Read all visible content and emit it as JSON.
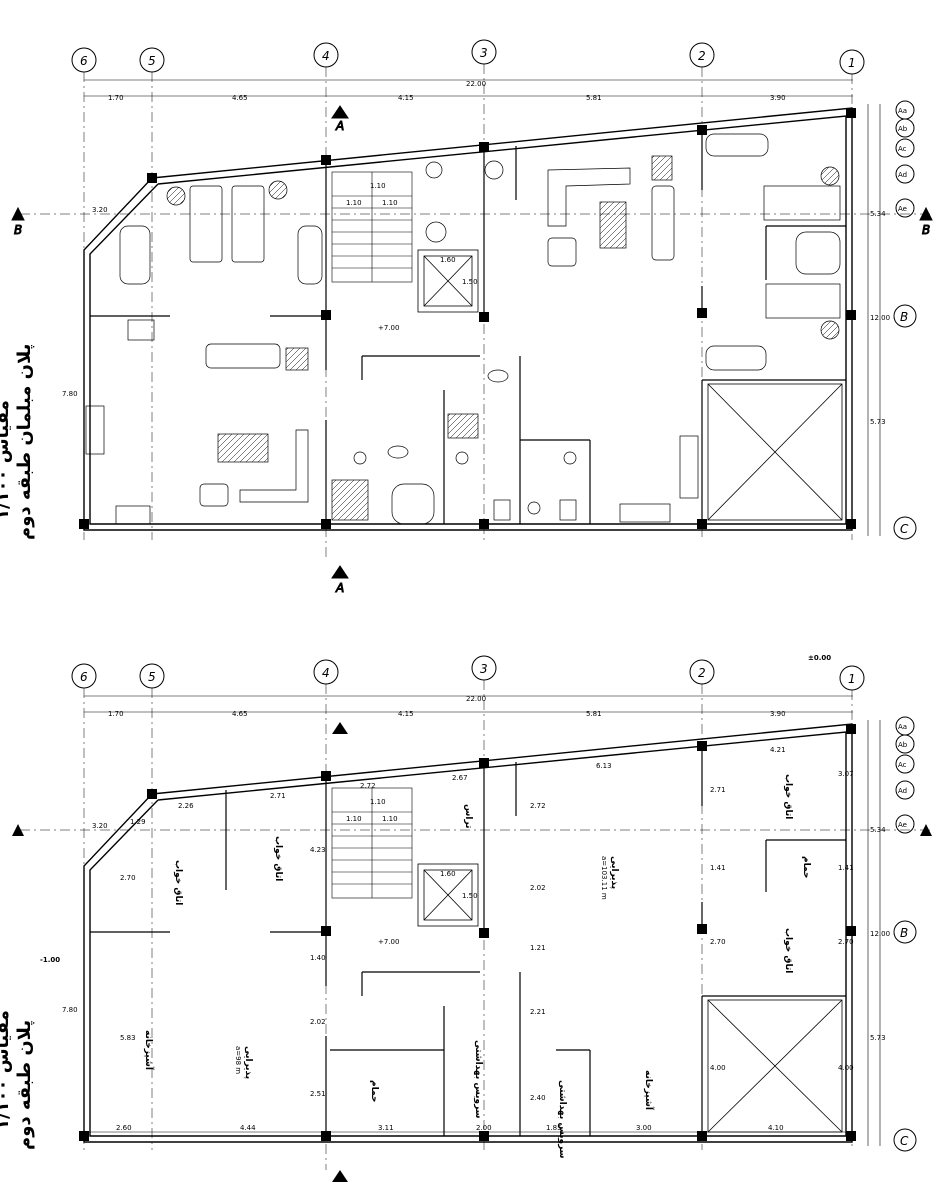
{
  "plan_upper": {
    "title": "پلان مبلمان طبقه دوم",
    "scale": "مقیاس ۱/۱۰۰",
    "axes_top": [
      "6",
      "5",
      "4",
      "3",
      "2",
      "1"
    ],
    "axes_right": [
      "Aa",
      "Ab",
      "Ac",
      "Ad",
      "Ae",
      "B",
      "C"
    ],
    "section_marks": [
      "A",
      "A",
      "B",
      "B"
    ],
    "dims_top": [
      "1.70",
      "4.65",
      "4.15",
      "5.81",
      "3.90"
    ],
    "dim_total": "22.00",
    "dims_right": [
      "5.34",
      "12.00",
      "5.73"
    ],
    "dim_left": "7.80",
    "level": "+7.00",
    "stair_dims": [
      "1.10",
      "1.10",
      "1.10"
    ],
    "elevator_dims": [
      "1.60",
      "1.50"
    ],
    "chamfer": "3.20"
  },
  "plan_lower": {
    "title": "پلان طبقه دوم",
    "scale": "مقیاس ۱/۱۰۰",
    "axes_top": [
      "6",
      "5",
      "4",
      "3",
      "2",
      "1"
    ],
    "axes_right": [
      "Aa",
      "Ab",
      "Ac",
      "Ad",
      "Ae",
      "B",
      "C"
    ],
    "dims_top": [
      "1.70",
      "4.65",
      "4.15",
      "5.81",
      "3.90"
    ],
    "dim_total": "22.00",
    "dims_right": [
      "5.34",
      "12.00",
      "5.73"
    ],
    "dims_right_inner": [
      "3.07",
      "1.41",
      "2.70",
      "4.00"
    ],
    "dim_left": "7.80",
    "level_zero": "±0.00",
    "level_minus": "-1.00",
    "level": "+7.00",
    "stair_dims": [
      "1.10",
      "1.10",
      "1.10"
    ],
    "elevator_dims": [
      "1.60",
      "1.50"
    ],
    "chamfer": "3.20",
    "facade_dims": [
      "2.26",
      "2.71",
      "2.72",
      "2.67",
      "6.13",
      "4.21",
      "1.29"
    ],
    "inner_dims": [
      "4.23",
      "2.72",
      "2.02",
      "1.21",
      "2.21",
      "2.40",
      "1.40",
      "2.02",
      "2.51",
      "2.71",
      "1.41",
      "2.70",
      "4.00",
      "2.70",
      "5.83"
    ],
    "bottom_dims": [
      "2.60",
      "4.44",
      "3.11",
      "2.00",
      "1.85",
      "3.00",
      "4.10"
    ],
    "rooms": [
      {
        "name": "اتاق خواب"
      },
      {
        "name": "اتاق خواب"
      },
      {
        "name": "تراس"
      },
      {
        "name": "پذیرایی",
        "area": "a=103.11 m"
      },
      {
        "name": "اتاق خواب"
      },
      {
        "name": "حمام"
      },
      {
        "name": "اتاق خواب"
      },
      {
        "name": "آشپزخانه"
      },
      {
        "name": "پذیرایی",
        "area": "a=98 m"
      },
      {
        "name": "سرویس بهداشتی"
      },
      {
        "name": "حمام"
      },
      {
        "name": "سرویس بهداشتی"
      },
      {
        "name": "آشپزخانه"
      }
    ]
  }
}
